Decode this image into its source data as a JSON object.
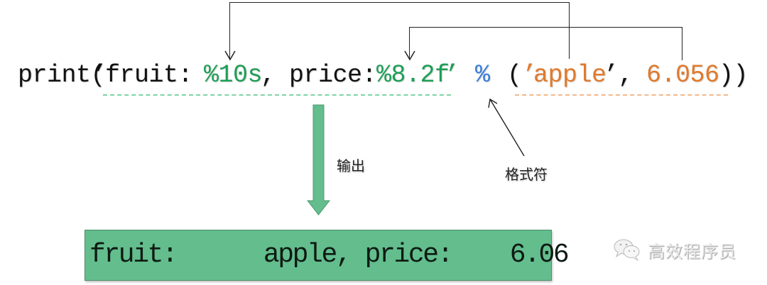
{
  "code": {
    "segments": [
      {
        "text": "print(",
        "role": "function-call"
      },
      {
        "text": "’",
        "role": "quote-open"
      },
      {
        "text": "fruit:",
        "role": "literal"
      },
      {
        "text": "%10s",
        "role": "format-spec-1"
      },
      {
        "text": ", ",
        "role": "literal"
      },
      {
        "text": "price:",
        "role": "literal"
      },
      {
        "text": "%8.2f",
        "role": "format-spec-2"
      },
      {
        "text": "’",
        "role": "quote-close"
      },
      {
        "text": "%",
        "role": "format-operator"
      },
      {
        "text": "(",
        "role": "paren"
      },
      {
        "text": "’",
        "role": "quote-open"
      },
      {
        "text": "apple",
        "role": "argument-1"
      },
      {
        "text": "’,",
        "role": "quote-close"
      },
      {
        "text": "6.056",
        "role": "argument-2"
      },
      {
        "text": "))",
        "role": "paren-close"
      }
    ],
    "full_line": "print('fruit:%10s, price:%8.2f' % ('apple', 6.056))"
  },
  "annotations": {
    "output_label": "输出",
    "format_operator_label": "格式符"
  },
  "output": {
    "text": "fruit:      apple, price:    6.06"
  },
  "watermark": {
    "icon": "wechat-icon",
    "text": "高效程序员"
  },
  "colors": {
    "format_string": "#1f9e56",
    "operator": "#3b7fd8",
    "arguments": "#e07a2c",
    "output_box": "#63bd8d",
    "arrow_fill": "#63bd8d"
  }
}
